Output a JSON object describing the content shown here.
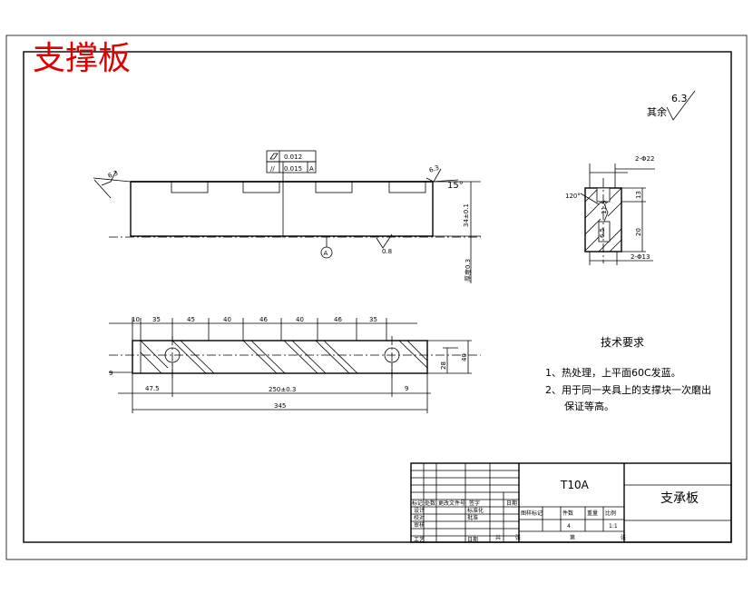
{
  "drawing": {
    "watermark_title": "支撑板",
    "roughness_rest_label": "其余",
    "roughness_rest_value": "6.3",
    "roughness_left": "6.3",
    "roughness_right": "6.3",
    "roughness_bottom": "0.8",
    "angle_right": "15°",
    "flatness_value": "0.012",
    "parallel_value": "0.015",
    "datum": "A",
    "height_dim": "34±0.1",
    "section_dims": {
      "top_holes": "2-Φ22",
      "bottom_holes": "2-Φ13",
      "angle": "120°",
      "depth_top": "13",
      "depth_bottom": "20",
      "side_a": "11.5",
      "side_b": "6.5"
    },
    "plan_dims": {
      "top": [
        "10",
        "35",
        "45",
        "40",
        "46",
        "40",
        "46",
        "35"
      ],
      "left_gap": "9",
      "left_offset": "47.5",
      "center_span": "250±0.3",
      "right_gap": "9",
      "total_length": "345",
      "inner_width": "28",
      "width": "40"
    }
  },
  "tech_req": {
    "title": "技术要求",
    "items": [
      "1、热处理，上平面60C发蓝。",
      "2、用于同一夹具上的支撑块一次磨出",
      "保证等高。"
    ]
  },
  "title_block": {
    "material": "T10A",
    "part_name": "支承板",
    "quantity": "4",
    "scale": "1:1",
    "change_row": [
      "标记",
      "处数",
      "更改文件号",
      "签字",
      "日期"
    ],
    "labels": [
      "设计",
      "校对",
      "审核",
      "工艺",
      "标准化",
      "批准",
      "日期"
    ],
    "cols": [
      "图样标记",
      "件数",
      "重量",
      "比例"
    ],
    "sheets": [
      "共",
      "张",
      "第",
      "张"
    ]
  }
}
